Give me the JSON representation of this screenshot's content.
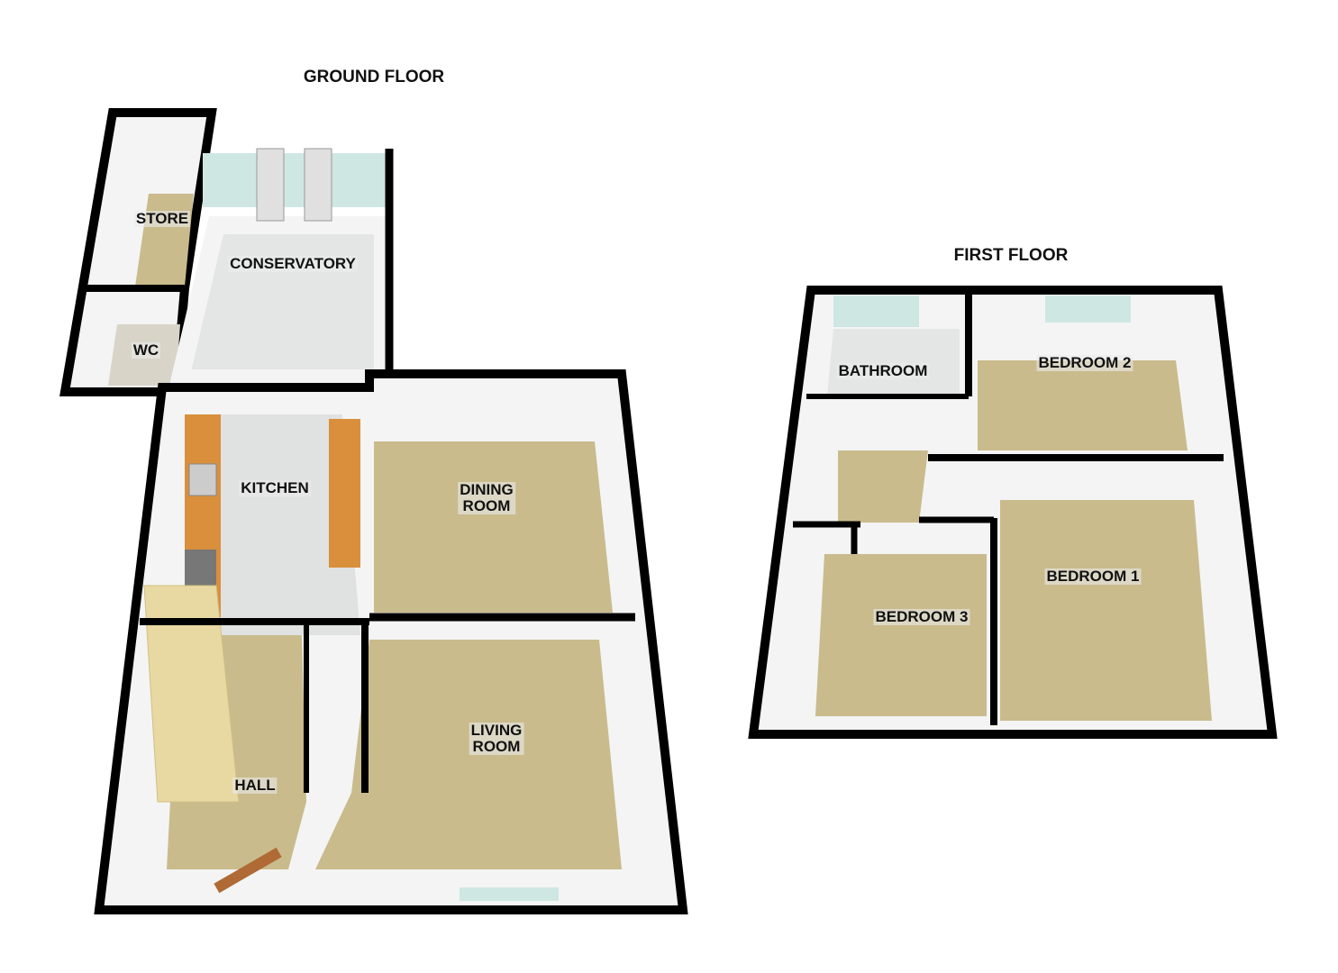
{
  "ground_floor": {
    "title": "GROUND FLOOR",
    "rooms": {
      "store": "STORE",
      "wc": "WC",
      "conservatory": "CONSERVATORY",
      "kitchen": "KITCHEN",
      "dining_room_1": "DINING",
      "dining_room_2": "ROOM",
      "living_room_1": "LIVING",
      "living_room_2": "ROOM",
      "hall": "HALL"
    }
  },
  "first_floor": {
    "title": "FIRST FLOOR",
    "rooms": {
      "bathroom": "BATHROOM",
      "bedroom_2": "BEDROOM 2",
      "bedroom_1": "BEDROOM 1",
      "bedroom_3": "BEDROOM 3"
    }
  },
  "colors": {
    "carpet": "#c9bb8c",
    "tile": "#e4e6e6",
    "wall": "#000000",
    "wall_face": "#f4f4f4",
    "glass": "#cfe7e2",
    "worktop": "#d98f3c"
  }
}
